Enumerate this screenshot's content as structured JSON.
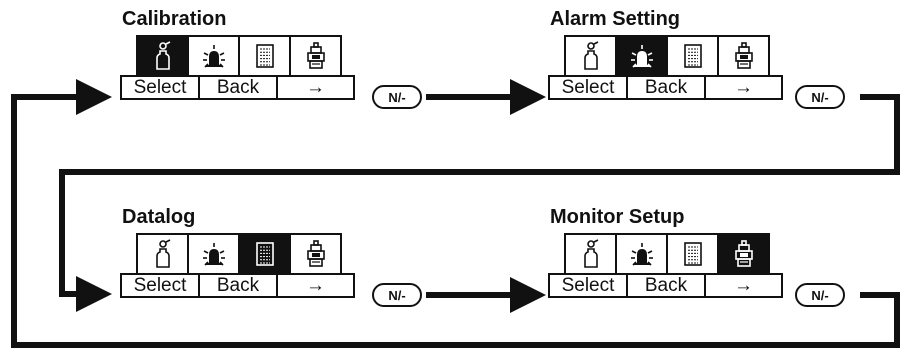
{
  "panels": [
    {
      "id": "calibration",
      "title": "Calibration",
      "active_icon": 0
    },
    {
      "id": "alarm-setting",
      "title": "Alarm Setting",
      "active_icon": 1
    },
    {
      "id": "datalog",
      "title": "Datalog",
      "active_icon": 2
    },
    {
      "id": "monitor-setup",
      "title": "Monitor Setup",
      "active_icon": 3
    }
  ],
  "icons": [
    "gas-cylinder-icon",
    "alarm-icon",
    "datalog-icon",
    "monitor-icon"
  ],
  "softkeys": {
    "select": "Select",
    "back": "Back",
    "next": "→"
  },
  "nbutton": {
    "label": "N/-"
  },
  "colors": {
    "ink": "#111111",
    "background": "#ffffff"
  }
}
